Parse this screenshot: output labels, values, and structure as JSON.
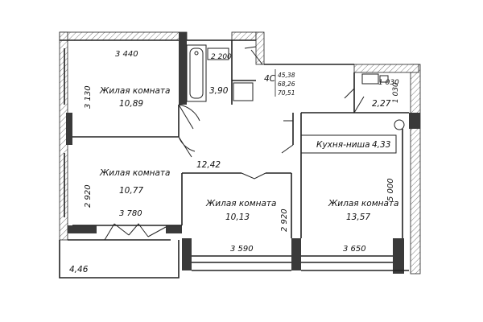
{
  "rooms": [
    {
      "key": "living1",
      "name": "Жилая комната",
      "area": "10,89"
    },
    {
      "key": "living2",
      "name": "Жилая комната",
      "area": "10,77"
    },
    {
      "key": "living3",
      "name": "Жилая комната",
      "area": "10,13"
    },
    {
      "key": "living4",
      "name": "Жилая комната",
      "area": "13,57"
    },
    {
      "key": "kitchen",
      "name": "Кухня-ниша",
      "area": "4,33"
    }
  ],
  "areas": {
    "hall": "12,42",
    "bathroom": "3,90",
    "wc": "2,27",
    "balcony": "4,46"
  },
  "dimensions": {
    "d_3440": "3 440",
    "d_3130": "3 130",
    "d_2920_left": "2 920",
    "d_3780": "3 780",
    "d_2200": "2 200",
    "d_2920_mid": "2 920",
    "d_3590": "3 590",
    "d_3650": "3 650",
    "d_5000": "5 000",
    "d_1030": "1 030",
    "d_1030_right": "1 030"
  },
  "apartment": {
    "code": "4С",
    "living_area": "45,38",
    "total_area": "68,26",
    "total_with_balcony": "70,51"
  }
}
